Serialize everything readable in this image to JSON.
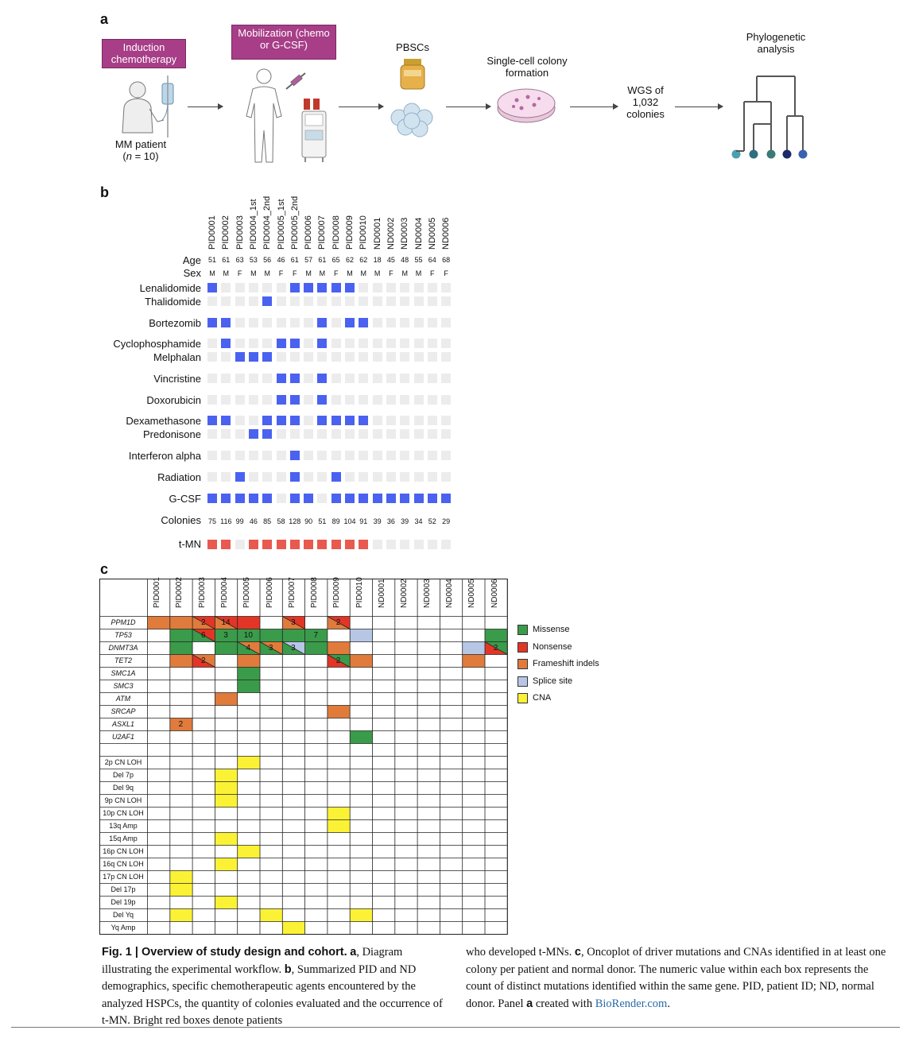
{
  "panel_a": {
    "letter": "a",
    "induction_label": "Induction chemotherapy",
    "mobilization_label": "Mobilization (chemo or G-CSF)",
    "patient_label": "MM patient",
    "patient_n_prefix": "(",
    "patient_n_var": "n",
    "patient_n_rest": " = 10)",
    "pbsc_label": "PBSCs",
    "colony_label": "Single-cell colony formation",
    "wgs_label": "WGS of 1,032 colonies",
    "phylo_label": "Phylogenetic analysis",
    "leaf_colors": [
      "#4a9fb0",
      "#2f6e7e",
      "#3c7a78",
      "#1a2a6a",
      "#3a60b0"
    ]
  },
  "panel_b": {
    "letter": "b",
    "samples": [
      "PID0001",
      "PID0002",
      "PID0003",
      "PID0004_1st",
      "PID0004_2nd",
      "PID0005_1st",
      "PID0005_2nd",
      "PID0006",
      "PID0007",
      "PID0008",
      "PID0009",
      "PID0010",
      "ND0001",
      "ND0002",
      "ND0003",
      "ND0004",
      "ND0005",
      "ND0006"
    ],
    "age_label": "Age",
    "ages": [
      "51",
      "61",
      "63",
      "53",
      "56",
      "46",
      "61",
      "57",
      "61",
      "65",
      "62",
      "62",
      "18",
      "45",
      "48",
      "55",
      "64",
      "68"
    ],
    "sex_label": "Sex",
    "sexes": [
      "M",
      "M",
      "F",
      "M",
      "M",
      "F",
      "F",
      "M",
      "M",
      "F",
      "M",
      "M",
      "M",
      "F",
      "M",
      "M",
      "F",
      "F"
    ],
    "colonies_label": "Colonies",
    "colonies": [
      "75",
      "116",
      "99",
      "46",
      "85",
      "58",
      "128",
      "90",
      "51",
      "89",
      "104",
      "91",
      "39",
      "36",
      "39",
      "34",
      "52",
      "29"
    ],
    "tmn_label": "t-MN",
    "tmn": [
      1,
      1,
      0,
      1,
      1,
      1,
      1,
      1,
      1,
      1,
      1,
      1,
      0,
      0,
      0,
      0,
      0,
      0
    ],
    "active_color": "#4a62ef",
    "inactive_color": "#ececec",
    "tmn_color": "#e8594f",
    "agents": [
      {
        "name": "Lenalidomide",
        "values": [
          1,
          0,
          0,
          0,
          0,
          0,
          1,
          1,
          1,
          1,
          1,
          0,
          0,
          0,
          0,
          0,
          0,
          0
        ]
      },
      {
        "name": "Thalidomide",
        "values": [
          0,
          0,
          0,
          0,
          1,
          0,
          0,
          0,
          0,
          0,
          0,
          0,
          0,
          0,
          0,
          0,
          0,
          0
        ]
      },
      {
        "name": "Bortezomib",
        "values": [
          1,
          1,
          0,
          0,
          0,
          0,
          0,
          0,
          1,
          0,
          1,
          1,
          0,
          0,
          0,
          0,
          0,
          0
        ]
      },
      {
        "name": "Cyclophosphamide",
        "values": [
          0,
          1,
          0,
          0,
          0,
          1,
          1,
          0,
          1,
          0,
          0,
          0,
          0,
          0,
          0,
          0,
          0,
          0
        ]
      },
      {
        "name": "Melphalan",
        "values": [
          0,
          0,
          1,
          1,
          1,
          0,
          0,
          0,
          0,
          0,
          0,
          0,
          0,
          0,
          0,
          0,
          0,
          0
        ]
      },
      {
        "name": "Vincristine",
        "values": [
          0,
          0,
          0,
          0,
          0,
          1,
          1,
          0,
          1,
          0,
          0,
          0,
          0,
          0,
          0,
          0,
          0,
          0
        ]
      },
      {
        "name": "Doxorubicin",
        "values": [
          0,
          0,
          0,
          0,
          0,
          1,
          1,
          0,
          1,
          0,
          0,
          0,
          0,
          0,
          0,
          0,
          0,
          0
        ]
      },
      {
        "name": "Dexamethasone",
        "values": [
          1,
          1,
          0,
          0,
          1,
          1,
          1,
          0,
          1,
          1,
          1,
          1,
          0,
          0,
          0,
          0,
          0,
          0
        ]
      },
      {
        "name": "Predonisone",
        "values": [
          0,
          0,
          0,
          1,
          1,
          0,
          0,
          0,
          0,
          0,
          0,
          0,
          0,
          0,
          0,
          0,
          0,
          0
        ]
      },
      {
        "name": "Interferon alpha",
        "values": [
          0,
          0,
          0,
          0,
          0,
          0,
          1,
          0,
          0,
          0,
          0,
          0,
          0,
          0,
          0,
          0,
          0,
          0
        ]
      },
      {
        "name": "Radiation",
        "values": [
          0,
          0,
          1,
          0,
          0,
          0,
          1,
          0,
          0,
          1,
          0,
          0,
          0,
          0,
          0,
          0,
          0,
          0
        ]
      },
      {
        "name": "G-CSF",
        "values": [
          1,
          1,
          1,
          1,
          1,
          0,
          1,
          1,
          0,
          1,
          1,
          1,
          1,
          1,
          1,
          1,
          1,
          1
        ]
      }
    ]
  },
  "panel_c": {
    "letter": "c",
    "columns": [
      "PID0001",
      "PID0002",
      "PID0003",
      "PID0004",
      "PID0005",
      "PID0006",
      "PID0007",
      "PID0008",
      "PID0009",
      "PID0010",
      "ND0001",
      "ND0002",
      "ND0003",
      "ND0004",
      "ND0005",
      "ND0006"
    ],
    "rows": [
      "PPM1D",
      "TP53",
      "DNMT3A",
      "TET2",
      "SMC1A",
      "SMC3",
      "ATM",
      "SRCAP",
      "ASXL1",
      "U2AF1",
      "",
      "2p CN LOH",
      "Del 7p",
      "Del 9q",
      "9p CN LOH",
      "10p CN LOH",
      "13q Amp",
      "15q Amp",
      "16p CN LOH",
      "16q CN LOH",
      "17p CN LOH",
      "Del 17p",
      "Del 19p",
      "Del Yq",
      "Yq Amp"
    ],
    "italic_rows": 10,
    "colors": {
      "M": "#3a9b4a",
      "N": "#e33526",
      "F": "#e07b3c",
      "S": "#b8c6e6",
      "C": "#fbf235"
    },
    "cells": [
      {
        "r": 0,
        "c": 0,
        "t": "F"
      },
      {
        "r": 0,
        "c": 1,
        "t": "F"
      },
      {
        "r": 0,
        "c": 2,
        "t": "N",
        "t2": "F",
        "n": "2"
      },
      {
        "r": 0,
        "c": 3,
        "t": "N",
        "t2": "F",
        "n": "14"
      },
      {
        "r": 0,
        "c": 4,
        "t": "N"
      },
      {
        "r": 0,
        "c": 6,
        "t": "N",
        "t2": "F",
        "n": "3"
      },
      {
        "r": 0,
        "c": 8,
        "t": "N",
        "t2": "F",
        "n": "2"
      },
      {
        "r": 1,
        "c": 1,
        "t": "M"
      },
      {
        "r": 1,
        "c": 2,
        "t": "N",
        "t2": "M",
        "n": "6"
      },
      {
        "r": 1,
        "c": 3,
        "t": "M",
        "n": "3"
      },
      {
        "r": 1,
        "c": 4,
        "t": "M",
        "n": "10"
      },
      {
        "r": 1,
        "c": 5,
        "t": "M"
      },
      {
        "r": 1,
        "c": 6,
        "t": "M"
      },
      {
        "r": 1,
        "c": 7,
        "t": "M",
        "n": "7"
      },
      {
        "r": 1,
        "c": 9,
        "t": "S"
      },
      {
        "r": 1,
        "c": 15,
        "t": "M"
      },
      {
        "r": 2,
        "c": 1,
        "t": "M"
      },
      {
        "r": 2,
        "c": 3,
        "t": "M"
      },
      {
        "r": 2,
        "c": 4,
        "t": "F",
        "t2": "M",
        "n": "4"
      },
      {
        "r": 2,
        "c": 5,
        "t": "F",
        "t2": "M",
        "n": "3"
      },
      {
        "r": 2,
        "c": 6,
        "t": "S",
        "t2": "M",
        "n": "3"
      },
      {
        "r": 2,
        "c": 7,
        "t": "M"
      },
      {
        "r": 2,
        "c": 8,
        "t": "F"
      },
      {
        "r": 2,
        "c": 14,
        "t": "S"
      },
      {
        "r": 2,
        "c": 15,
        "t": "M",
        "t2": "N",
        "n": "2"
      },
      {
        "r": 3,
        "c": 1,
        "t": "F"
      },
      {
        "r": 3,
        "c": 2,
        "t": "F",
        "t2": "N",
        "n": "2"
      },
      {
        "r": 3,
        "c": 4,
        "t": "F"
      },
      {
        "r": 3,
        "c": 8,
        "t": "M",
        "t2": "N",
        "n": "2"
      },
      {
        "r": 3,
        "c": 9,
        "t": "F"
      },
      {
        "r": 3,
        "c": 14,
        "t": "F"
      },
      {
        "r": 4,
        "c": 4,
        "t": "M"
      },
      {
        "r": 5,
        "c": 4,
        "t": "M"
      },
      {
        "r": 6,
        "c": 3,
        "t": "F"
      },
      {
        "r": 7,
        "c": 8,
        "t": "F"
      },
      {
        "r": 8,
        "c": 1,
        "t": "F",
        "n": "2"
      },
      {
        "r": 9,
        "c": 9,
        "t": "M"
      },
      {
        "r": 11,
        "c": 4,
        "t": "C"
      },
      {
        "r": 12,
        "c": 3,
        "t": "C"
      },
      {
        "r": 13,
        "c": 3,
        "t": "C"
      },
      {
        "r": 14,
        "c": 3,
        "t": "C"
      },
      {
        "r": 15,
        "c": 8,
        "t": "C"
      },
      {
        "r": 16,
        "c": 8,
        "t": "C"
      },
      {
        "r": 17,
        "c": 3,
        "t": "C"
      },
      {
        "r": 18,
        "c": 4,
        "t": "C"
      },
      {
        "r": 19,
        "c": 3,
        "t": "C"
      },
      {
        "r": 20,
        "c": 1,
        "t": "C"
      },
      {
        "r": 21,
        "c": 1,
        "t": "C"
      },
      {
        "r": 22,
        "c": 3,
        "t": "C"
      },
      {
        "r": 23,
        "c": 1,
        "t": "C"
      },
      {
        "r": 23,
        "c": 5,
        "t": "C"
      },
      {
        "r": 23,
        "c": 9,
        "t": "C"
      },
      {
        "r": 24,
        "c": 6,
        "t": "C"
      }
    ],
    "legend": [
      {
        "label": "Missense",
        "color": "#3a9b4a"
      },
      {
        "label": "Nonsense",
        "color": "#e33526"
      },
      {
        "label": "Frameshift indels",
        "color": "#e07b3c"
      },
      {
        "label": "Splice site",
        "color": "#b8c6e6"
      },
      {
        "label": "CNA",
        "color": "#fbf235"
      }
    ]
  },
  "caption": {
    "fig_label": "Fig. 1 | ",
    "fig_title": "Overview of study design and cohort.",
    "a_ref": "a",
    "a_text": ", Diagram illustrating the experimental workflow. ",
    "b_ref": "b",
    "b_text": ", Summarized PID and ND demographics, specific chemotherapeutic agents encountered by the analyzed HSPCs, the quantity of colonies evaluated and the occurrence of t-MN. Bright red boxes denote patients who developed t-MNs. ",
    "c_ref": "c",
    "c_text": ", Oncoplot of driver mutations and CNAs identified in at least one colony per patient and normal donor. The numeric value within each box represents the count of distinct mutations identified within the same gene. PID, patient ID; ND, normal donor. Panel ",
    "panel_ref": "a",
    "created_text": " created with ",
    "link_text": "BioRender.com",
    "end": "."
  }
}
